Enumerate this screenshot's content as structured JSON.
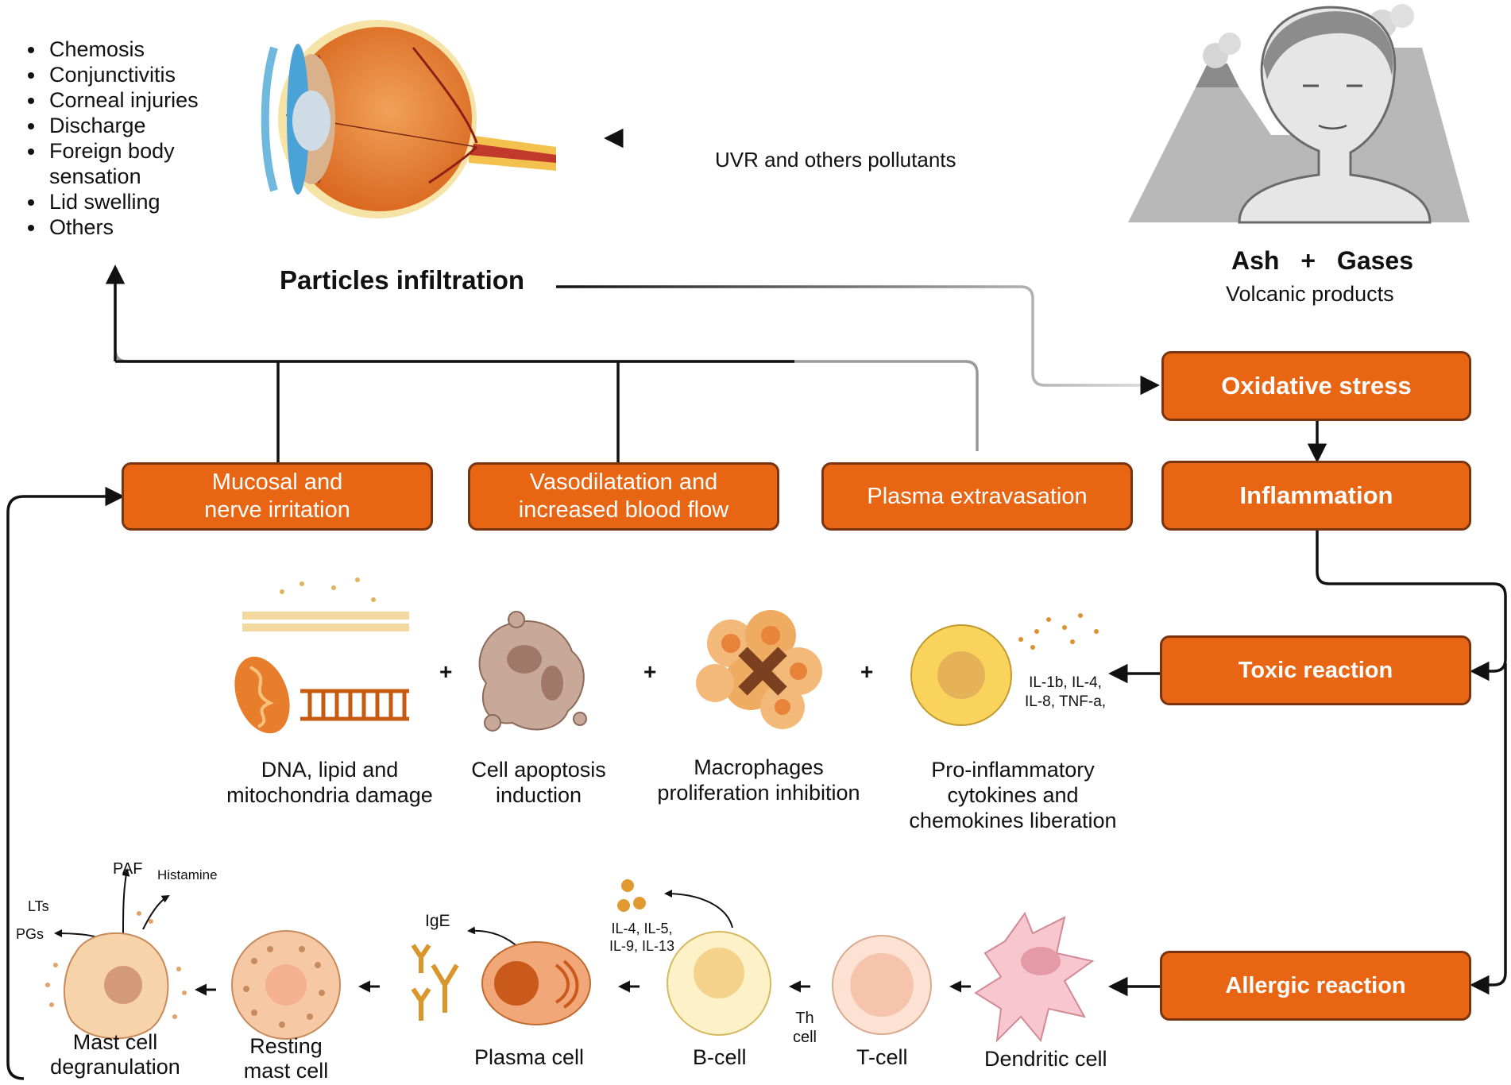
{
  "symptoms": [
    "Chemosis",
    "Conjunctivitis",
    "Corneal injuries",
    "Discharge",
    "Foreign body sensation",
    "Lid swelling",
    "Others"
  ],
  "eye_caption": "Particles infiltration",
  "uvr_label": "UVR and others pollutants",
  "volcanic": {
    "ash": "Ash",
    "plus": "+",
    "gases": "Gases",
    "subtitle": "Volcanic products"
  },
  "boxes": {
    "oxidative": "Oxidative stress",
    "inflammation": "Inflammation",
    "mucosal": [
      "Mucosal and",
      "nerve irritation"
    ],
    "vasodilatation": [
      "Vasodilatation and",
      "increased blood flow"
    ],
    "plasma_extravasation": "Plasma extravasation",
    "toxic": "Toxic reaction",
    "allergic": "Allergic reaction"
  },
  "toxic_effects": {
    "dna": [
      "DNA, lipid and",
      "mitochondria damage"
    ],
    "apoptosis": [
      "Cell apoptosis",
      "induction"
    ],
    "macrophages": [
      "Macrophages",
      "proliferation inhibition"
    ],
    "cytokines": [
      "Pro-inflammatory",
      "cytokines and",
      "chemokines liberation"
    ],
    "cytokine_list": [
      "IL-1b, IL-4,",
      "IL-8, TNF-a,"
    ],
    "plus": "+"
  },
  "allergic_chain": {
    "dendritic": "Dendritic cell",
    "tcell": "T-cell",
    "th_cell": [
      "Th",
      "cell"
    ],
    "bcell": "B-cell",
    "interleukins": [
      "IL-4, IL-5,",
      "IL-9, IL-13"
    ],
    "plasma": "Plasma cell",
    "ige": "IgE",
    "resting": [
      "Resting",
      "mast cell"
    ],
    "degranulation": [
      "Mast cell",
      "degranulation"
    ],
    "mediators": {
      "paf": "PAF",
      "histamine": "Histamine",
      "lts": "LTs",
      "pgs": "PGs"
    }
  },
  "colors": {
    "orange": "#e86513",
    "orange_border": "#7a3410",
    "arrow": "#111111"
  }
}
